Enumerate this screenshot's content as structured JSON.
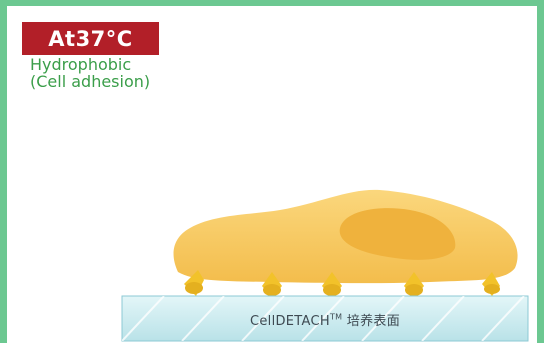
{
  "badge": {
    "text": "At37°C",
    "color": "#b21f28"
  },
  "state": {
    "line1": "Hydrophobic",
    "line2": "(Cell adhesion)",
    "color": "#3b9e4a"
  },
  "surface": {
    "brand": "CellDETACH",
    "trademark": "TM",
    "suffix": " 培养表面"
  },
  "colors": {
    "frame": "#6cc891",
    "cell": "#f6c659",
    "nucleus": "#eeae36",
    "surface": "#cbecf0",
    "anchor": "#f2c22a"
  },
  "icons": {
    "cell": "cell-shape",
    "anchor": "adhesion-anchor-icon"
  }
}
